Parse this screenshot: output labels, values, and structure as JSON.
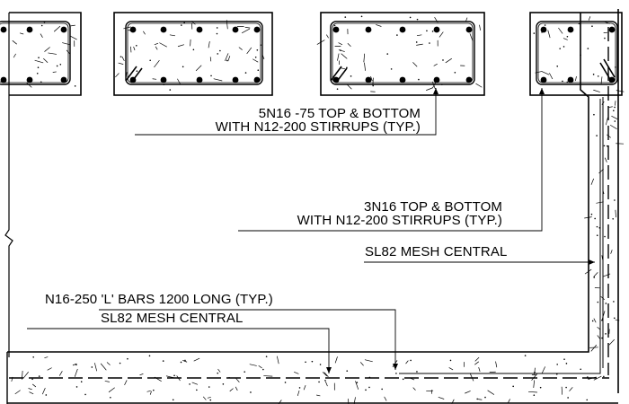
{
  "annotations": {
    "beam_5n16": {
      "line1": "5N16 -75 TOP & BOTTOM",
      "line2": "WITH N12-200 STIRRUPS (TYP.)"
    },
    "beam_3n16": {
      "line1": "3N16 TOP & BOTTOM",
      "line2": "WITH N12-200 STIRRUPS (TYP.)"
    },
    "mesh_wall": "SL82 MESH CENTRAL",
    "l_bars": "N16-250 'L' BARS 1200 LONG (TYP.)",
    "mesh_slab": "SL82 MESH CENTRAL"
  },
  "colors": {
    "line": "#000000",
    "background": "#ffffff"
  }
}
